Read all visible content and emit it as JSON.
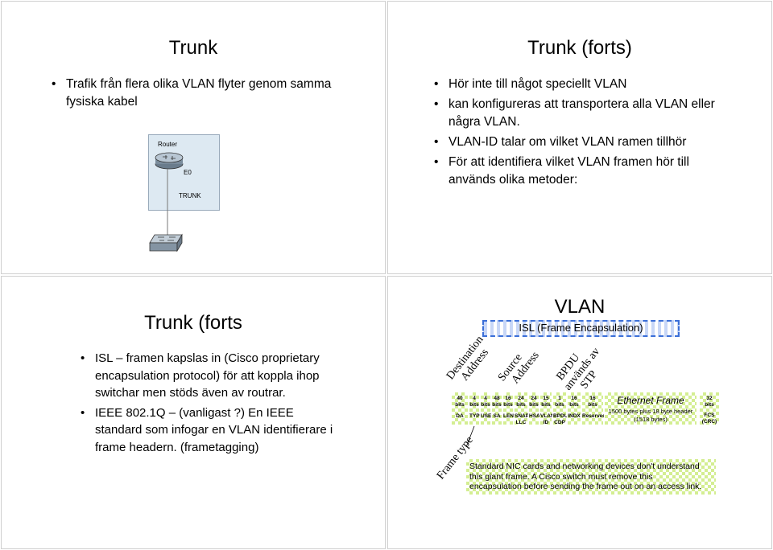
{
  "slide1": {
    "title": "Trunk",
    "bullets": [
      "Trafik från flera olika VLAN flyter genom samma fysiska kabel"
    ],
    "diagram": {
      "router_label": "Router",
      "interface_label": "E0",
      "link_label": "TRUNK"
    }
  },
  "slide2": {
    "title": "Trunk (forts)",
    "bullets": [
      "Hör inte till något speciellt VLAN",
      "kan konfigureras att transportera alla VLAN eller några VLAN.",
      "VLAN-ID talar om vilket VLAN ramen tillhör",
      "För att identifiera vilket VLAN framen hör till används olika metoder:"
    ]
  },
  "slide3": {
    "title": "Trunk (forts",
    "bullets": [
      "ISL – framen kapslas in (Cisco proprietary encapsulation protocol) för att koppla ihop switchar men stöds även av routrar.",
      "IEEE 802.1Q – (vanligast ?) En IEEE standard som infogar en VLAN identifierare i frame headern. (frametagging)"
    ]
  },
  "slide4": {
    "title": "VLAN",
    "isl_label": "ISL (Frame Encapsulation)",
    "rotated_labels": {
      "destination": [
        "Destination",
        "Address"
      ],
      "source": [
        "Source",
        "Address"
      ],
      "bpdu": [
        "BPDU",
        "används av",
        "STP"
      ],
      "frame_type": "Frame type"
    },
    "fields": [
      {
        "bits": "40",
        "unit": "bits",
        "name": "DA"
      },
      {
        "bits": "4",
        "unit": "bits",
        "name": "TYPE"
      },
      {
        "bits": "4",
        "unit": "bits",
        "name": "USER"
      },
      {
        "bits": "48",
        "unit": "bits",
        "name": "SA"
      },
      {
        "bits": "16",
        "unit": "bits",
        "name": "LEN"
      },
      {
        "bits": "24",
        "unit": "bits",
        "name": "SNAP/ LLC"
      },
      {
        "bits": "24",
        "unit": "bits",
        "name": "HSA"
      },
      {
        "bits": "15",
        "unit": "bits",
        "name": "VLAN ID"
      },
      {
        "bits": "1",
        "unit": "bits",
        "name": "BPDU/ CDP"
      },
      {
        "bits": "16",
        "unit": "bits",
        "name": "INDX"
      },
      {
        "bits": "16",
        "unit": "bits",
        "name": "Reserved"
      }
    ],
    "ethernet": {
      "title": "Ethernet Frame",
      "line1": "1500 bytes plus 18 byte header",
      "line2": "(1518 bytes)"
    },
    "fcs": {
      "bits": "32",
      "unit": "bits",
      "name": "FCS (CRC)"
    },
    "note": [
      "Standard NIC cards and networking devices don't understand",
      "this giant frame. A Cisco switch must remove this",
      "encapsulation before sending the frame out on an access link."
    ]
  }
}
